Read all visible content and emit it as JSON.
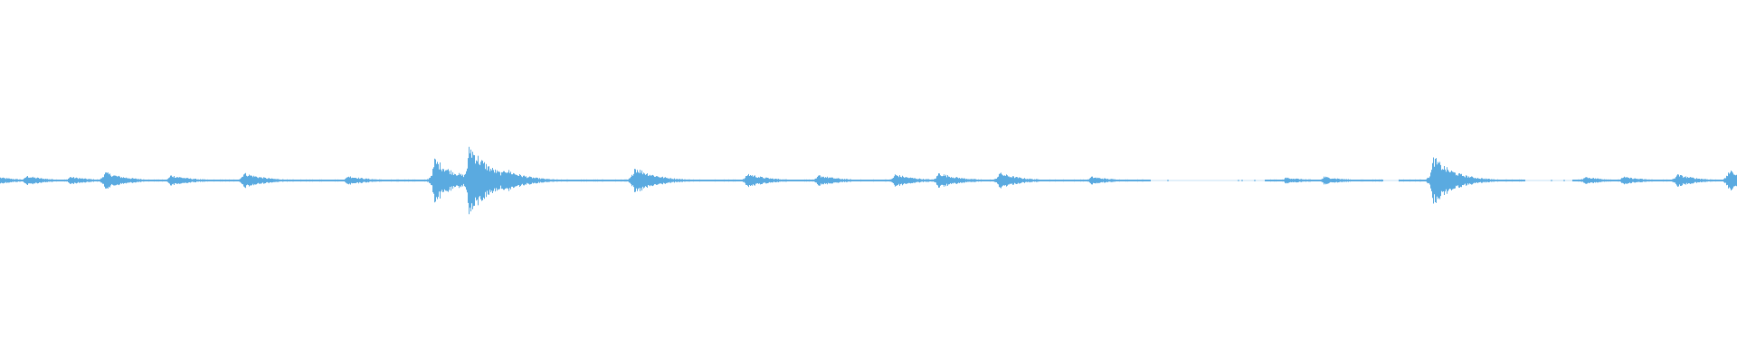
{
  "waveform": {
    "color": "#5aaae0",
    "background": "#ffffff",
    "peaks": [
      {
        "t": 0.0,
        "a": 0.04
      },
      {
        "t": 0.015,
        "a": 0.06
      },
      {
        "t": 0.04,
        "a": 0.05
      },
      {
        "t": 0.06,
        "a": 0.11
      },
      {
        "t": 0.098,
        "a": 0.07
      },
      {
        "t": 0.14,
        "a": 0.1
      },
      {
        "t": 0.2,
        "a": 0.06
      },
      {
        "t": 0.25,
        "a": 0.28
      },
      {
        "t": 0.27,
        "a": 0.47
      },
      {
        "t": 0.29,
        "a": 0.16
      },
      {
        "t": 0.365,
        "a": 0.18
      },
      {
        "t": 0.43,
        "a": 0.09
      },
      {
        "t": 0.471,
        "a": 0.07
      },
      {
        "t": 0.515,
        "a": 0.08
      },
      {
        "t": 0.54,
        "a": 0.1
      },
      {
        "t": 0.575,
        "a": 0.1
      },
      {
        "t": 0.628,
        "a": 0.05
      },
      {
        "t": 0.74,
        "a": 0.04
      },
      {
        "t": 0.762,
        "a": 0.05
      },
      {
        "t": 0.825,
        "a": 0.3
      },
      {
        "t": 0.912,
        "a": 0.05
      },
      {
        "t": 0.934,
        "a": 0.05
      },
      {
        "t": 0.965,
        "a": 0.08
      },
      {
        "t": 0.995,
        "a": 0.13
      }
    ],
    "gaps": [
      [
        0.662,
        0.728
      ],
      [
        0.796,
        0.805
      ],
      [
        0.878,
        0.905
      ]
    ]
  }
}
